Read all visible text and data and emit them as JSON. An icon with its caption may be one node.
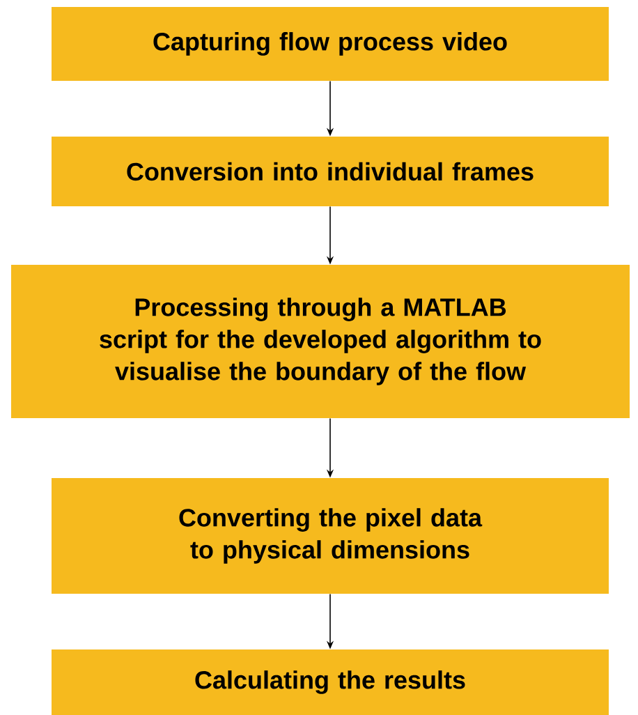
{
  "diagram": {
    "nodes": [
      {
        "text": [
          "Capturing flow process video"
        ]
      },
      {
        "text": [
          "Conversion into individual frames"
        ]
      },
      {
        "text": [
          "Processing through a MATLAB script for the developed algorithm to visualise the boundary of the flow"
        ]
      },
      {
        "text": [
          "Converting the pixel data to physical dimensions"
        ]
      },
      {
        "text": [
          "Calculating the results"
        ]
      }
    ],
    "edges": [
      {
        "from": 0,
        "to": 1,
        "arrow": "to"
      },
      {
        "from": 1,
        "to": 2,
        "arrow": "to"
      },
      {
        "from": 2,
        "to": 3,
        "arrow": "to"
      },
      {
        "from": 3,
        "to": 4,
        "arrow": "to"
      }
    ]
  }
}
